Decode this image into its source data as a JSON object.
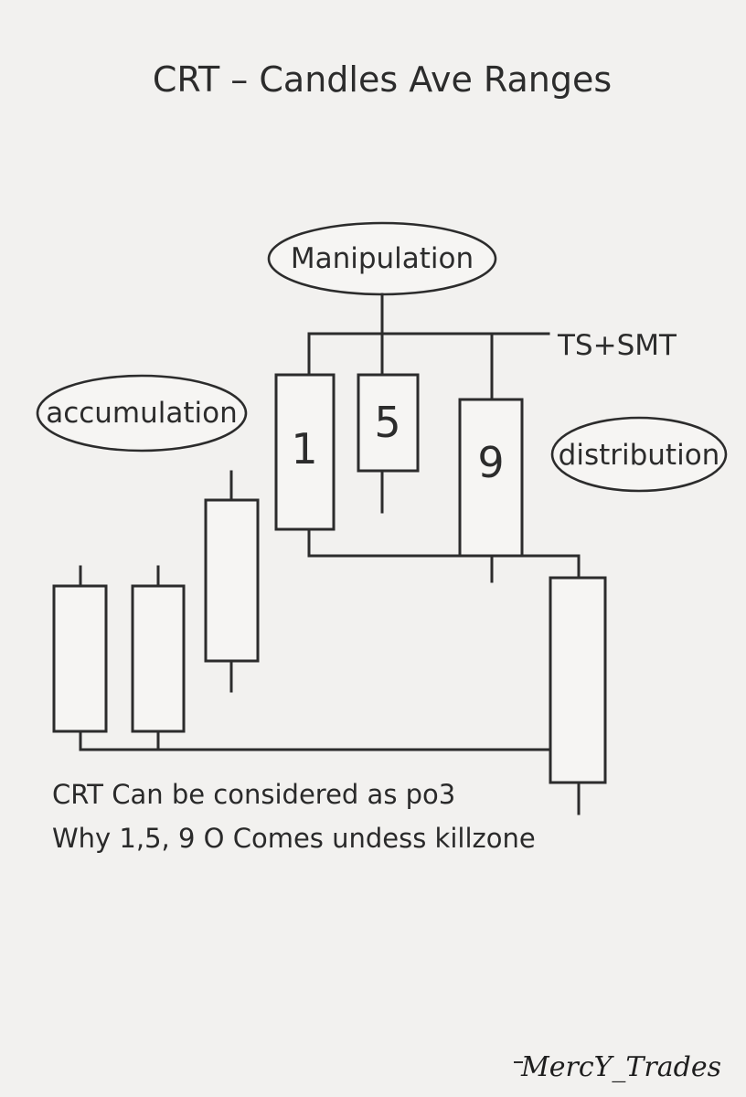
{
  "title": "CRT – Candles Ave Ranges",
  "labels": {
    "manipulation": "Manipulation",
    "ts_smt": "TS+SMT",
    "accumulation": "accumulation",
    "distribution": "distribution"
  },
  "candles": [
    {
      "id": "c1",
      "label": ""
    },
    {
      "id": "c2",
      "label": ""
    },
    {
      "id": "c3",
      "label": ""
    },
    {
      "id": "c4",
      "label": "1"
    },
    {
      "id": "c5",
      "label": "5"
    },
    {
      "id": "c6",
      "label": "9"
    },
    {
      "id": "c7",
      "label": ""
    }
  ],
  "notes": {
    "line1": "CRT Can be considered as po3",
    "line2": "Why 1,5, 9 O Comes undess killzone"
  },
  "signature": "MercY_Trades",
  "colors": {
    "ink": "#2c2c2c",
    "paper": "#f2f1ef"
  }
}
